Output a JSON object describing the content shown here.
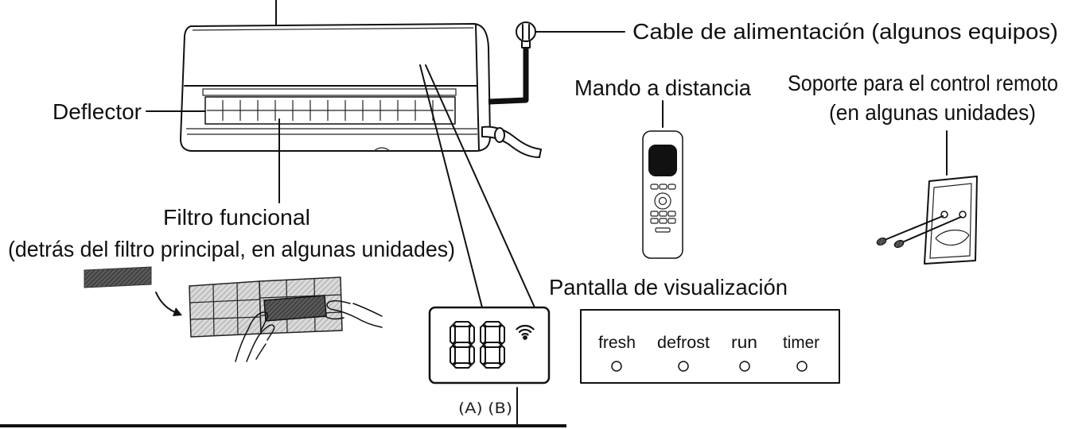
{
  "labels": {
    "power_cable": "Cable de alimentación (algunos equipos)",
    "remote": "Mando a distancia",
    "holder_line1": "Soporte para el control remoto",
    "holder_line2": "(en algunas unidades)",
    "deflector": "Deflector",
    "filter_line1": "Filtro funcional",
    "filter_line2": "(detrás del filtro principal, en algunas unidades)",
    "display": "Pantalla de visualización",
    "display_ab": "(A) (B)"
  },
  "display": {
    "digits": "88",
    "wifi_icon": "wifi-icon"
  },
  "indicator_panel": {
    "items": [
      {
        "label": "fresh"
      },
      {
        "label": "defrost"
      },
      {
        "label": "run"
      },
      {
        "label": "timer"
      }
    ]
  },
  "icons": [
    "power-plug-icon",
    "wifi-icon",
    "remote-control-icon",
    "remote-holder-icon",
    "filter-icon",
    "curved-arrow-icon"
  ],
  "colors": {
    "line": "#111111",
    "background": "#ffffff"
  }
}
